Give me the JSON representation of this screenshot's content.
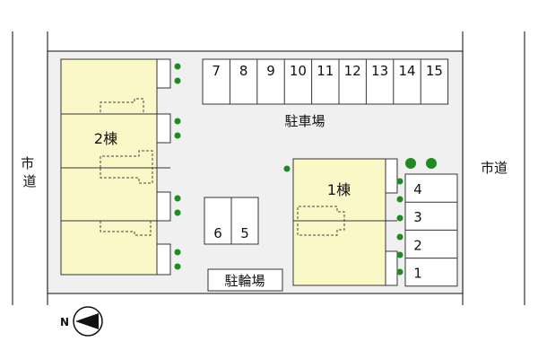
{
  "road_left": "市道",
  "road_right": "市道",
  "parking_car_label": "駐車場",
  "parking_bike_label": "駐輪場",
  "building_1_label": "1棟",
  "building_2_label": "2棟",
  "top_spaces": [
    "7",
    "8",
    "9",
    "10",
    "11",
    "12",
    "13",
    "14",
    "15"
  ],
  "right_spaces": [
    "4",
    "3",
    "2",
    "1"
  ],
  "middle_spaces": [
    "6",
    "5"
  ],
  "north_label": "N",
  "colors": {
    "building": "#fbf8c8",
    "ground": "#f0f0f0",
    "tree": "#1f8a1f",
    "line": "#333333"
  }
}
